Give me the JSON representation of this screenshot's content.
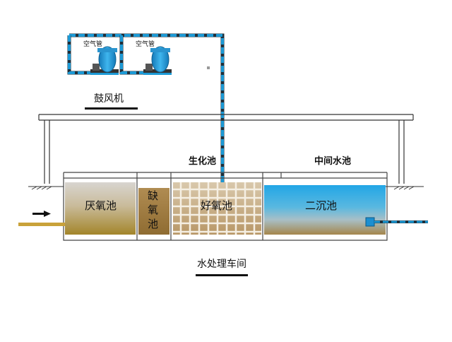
{
  "blower": {
    "label": "鼓风机",
    "air_pipe_label_left": "空气管",
    "air_pipe_label_right": "空气管"
  },
  "sections": {
    "biochem": "生化池",
    "intermediate": "中间水池"
  },
  "tanks": {
    "anaerobic": "厌氧池",
    "anoxic": [
      "缺",
      "氧",
      "池"
    ],
    "aerobic": "好氧池",
    "secondary": "二沉池"
  },
  "building": {
    "label": "水处理车间"
  },
  "colors": {
    "pipe_blue": "#1c9ad6",
    "pipe_dark": "#1f2f3a",
    "inlet_pipe": "#c9a23a",
    "anaerobic_top": "#cfc9bf",
    "anaerobic_bottom": "#a98c2e",
    "anoxic": "#9e7a3e",
    "aerobic_bg": "#c9b393",
    "secondary_top": "#2aa9e2",
    "secondary_bottom": "#a88b50",
    "ground": "#333333"
  }
}
